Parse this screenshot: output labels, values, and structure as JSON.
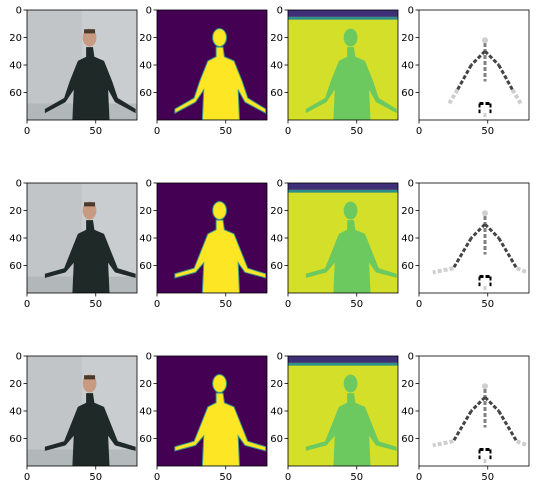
{
  "figure": {
    "rows": 3,
    "cols": 4,
    "panel_kinds": [
      "rgb-frame",
      "segmentation-mask",
      "depth-map",
      "pose-skeleton"
    ],
    "colors": {
      "mask_background": "#440154",
      "mask_person": "#fde725",
      "mask_edge": "#3b9b8c",
      "depth_background": "#d4df2a",
      "depth_person": "#6cc95f",
      "depth_top_band": "#3e2f78",
      "skeleton_dark": "#444444",
      "skeleton_mid": "#808080",
      "skeleton_light": "#cfcfcf",
      "skeleton_black": "#000000",
      "wall": "#c9cdd0",
      "shirt": "#1f2a28",
      "skin": "#c99a82"
    }
  },
  "chart_data": {
    "type": "image-grid",
    "x_ticks": [
      "0",
      "50"
    ],
    "y_ticks": [
      "0",
      "20",
      "40",
      "60"
    ],
    "x_tick_values": [
      0,
      50
    ],
    "y_tick_values": [
      0,
      20,
      40,
      60
    ],
    "xlim": [
      0,
      80
    ],
    "ylim": [
      80,
      0
    ],
    "rows": [
      {
        "pose": "arms-down"
      },
      {
        "pose": "arms-out"
      },
      {
        "pose": "arms-out"
      }
    ]
  }
}
